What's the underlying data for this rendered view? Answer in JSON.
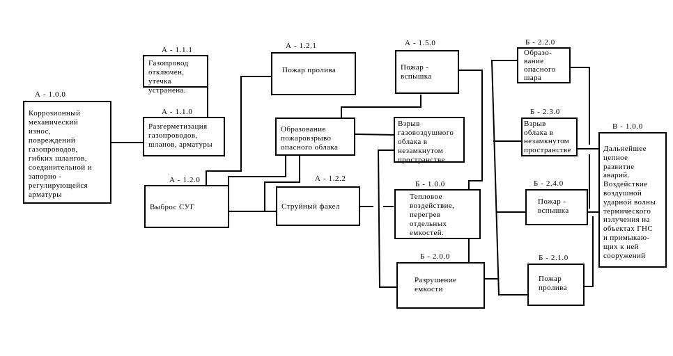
{
  "diagram": {
    "nodes": [
      {
        "id": "a100",
        "code": "А - 1.0.0",
        "text": "Коррозионный\nмеханический\nизнос,\nповреждений\nгазопроводов,\nгибких шлангов,\nсоединительной и\nзапорно -\nрегулирующейся\nарматуры"
      },
      {
        "id": "a111",
        "code": "А - 1.1.1",
        "text": "Газопровод\nотключен, утечка\nустранена."
      },
      {
        "id": "a110",
        "code": "А - 1.1.0",
        "text": "Разгерметизация\nгазопроводов,\nшланов, арматуры"
      },
      {
        "id": "a121",
        "code": "А - 1.2.1",
        "text": "Пожар пролива"
      },
      {
        "id": "a120",
        "code": "А - 1.2.0",
        "text": "Выброс СУГ"
      },
      {
        "id": "cloud",
        "code": "",
        "text": "Образование\nпожаровзрыво\nопасного облака"
      },
      {
        "id": "a122",
        "code": "А - 1.2.2",
        "text": "Струйный факел"
      },
      {
        "id": "a150",
        "code": "А - 1.5.0",
        "text": "Пожар -\nвспышка"
      },
      {
        "id": "explosion",
        "code": "",
        "text": "Взрыв\nгазовоздушного\nоблака в\nнезамкнутом\n пространстве"
      },
      {
        "id": "b100",
        "code": "Б - 1.0.0",
        "text": "Тепловое\nвоздействие,\nперегрев\nотдельных\nемкостей."
      },
      {
        "id": "b200",
        "code": "Б - 2.0.0",
        "text": "Разрушение\nемкости"
      },
      {
        "id": "b220",
        "code": "Б - 2.2.0",
        "text": "Образо-\nвание\nопасного\nшара"
      },
      {
        "id": "b230",
        "code": "Б - 2.3.0",
        "text": "Взрыв\nоблака в\nнезамкнутом\nпространстве"
      },
      {
        "id": "b240",
        "code": "Б - 2.4.0",
        "text": "Пожар -\nвспышка"
      },
      {
        "id": "b210",
        "code": "Б - 2.1.0",
        "text": "Пожар\nпролива"
      },
      {
        "id": "v100",
        "code": "В - 1.0.0",
        "text": "Дальнейшее\nцепное\nразвитие\nаварий.\nВоздействие\nвоздушной\nударной волны\nтермического\nизлучения  на\nобъектах ГНС\nи примыкаю-\nщих  к ней\nсооружений"
      }
    ]
  }
}
